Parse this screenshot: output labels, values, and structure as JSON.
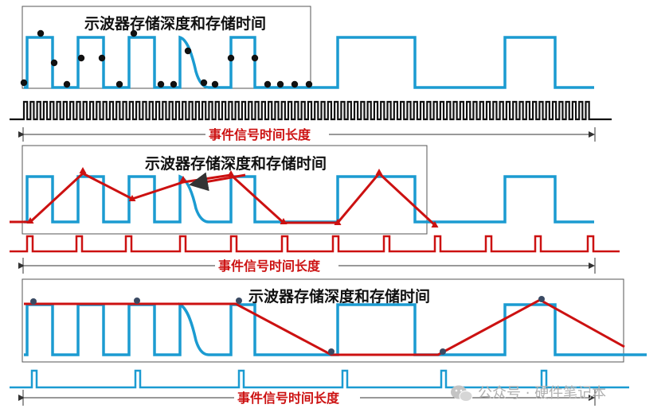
{
  "colors": {
    "signal": "#1b9bd1",
    "sample": "#cc1111",
    "clock_dark": "#111111",
    "box": "#555555",
    "arrow": "#333333",
    "dot": "#111111",
    "watermark": "#b8b8b8"
  },
  "panels": [
    {
      "id": "panel-1",
      "title": "示波器存储深度和存储时间",
      "span_label": "事件信号时间长度",
      "clock_style": "dense-dark",
      "marker": "dot"
    },
    {
      "id": "panel-2",
      "title": "示波器存储深度和存储时间",
      "span_label": "事件信号时间长度",
      "clock_style": "red-pulses",
      "marker": "triangle"
    },
    {
      "id": "panel-3",
      "title": "示波器存储深度和存储时间",
      "span_label": "事件信号时间长度",
      "clock_style": "blue-pulses",
      "marker": "dot"
    }
  ],
  "watermark": {
    "icon": "wechat-icon",
    "text": "公众号 · 硬件笔记本"
  }
}
